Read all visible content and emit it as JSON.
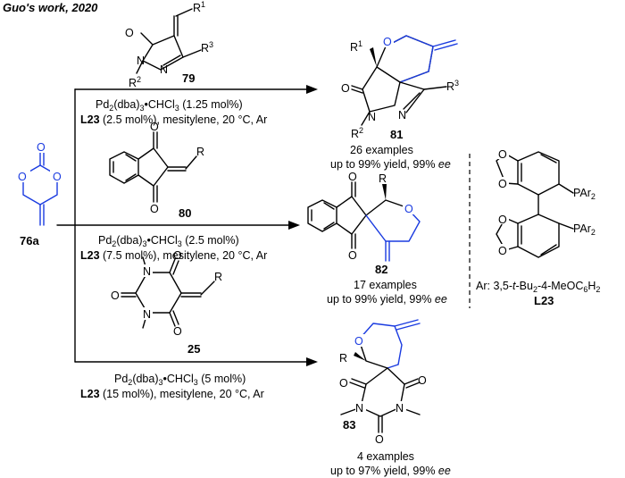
{
  "title": "Guo's work, 2020",
  "start_material": {
    "label": "76a"
  },
  "ligand": {
    "ar_text": "Ar: 3,5-t-Bu2-4-MeOC6H2",
    "label": "L23",
    "substituent": "PAr2"
  },
  "reactions": [
    {
      "substrate_label": "79",
      "cond_line1": "Pd2(dba)3•CHCl3 (1.25 mol%)",
      "cond_ligand": "L23",
      "cond_line2": " (2.5 mol%), mesitylene, 20 °C, Ar",
      "product_label": "81",
      "examples": "26 examples",
      "yield": "up to 99% yield, 99% ",
      "ee": "ee"
    },
    {
      "substrate_label": "80",
      "cond_line1": "Pd2(dba)3•CHCl3 (2.5 mol%)",
      "cond_ligand": "L23",
      "cond_line2": " (7.5 mol%), mesitylene, 20 °C, Ar",
      "product_label": "82",
      "examples": "17 examples",
      "yield": "up to 99% yield, 99% ",
      "ee": "ee"
    },
    {
      "substrate_label": "25",
      "cond_line1": "Pd2(dba)3•CHCl3 (5 mol%)",
      "cond_ligand": "L23",
      "cond_line2": " (15 mol%), mesitylene, 20 °C, Ar",
      "product_label": "83",
      "examples": "4 examples",
      "yield": "up to 97% yield, 99% ",
      "ee": "ee"
    }
  ]
}
